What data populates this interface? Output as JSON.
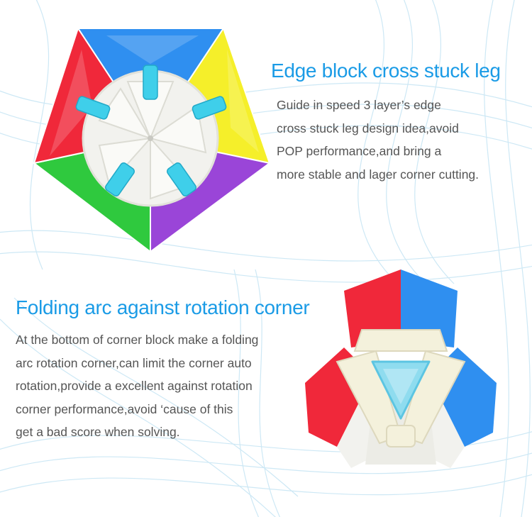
{
  "section_one": {
    "title": "Edge block cross stuck leg",
    "lines": [
      "Guide in speed 3 layer’s edge",
      "cross stuck leg design idea,avoid",
      "POP performance,and bring a",
      "more stable and lager corner cutting."
    ]
  },
  "section_two": {
    "title": "Folding arc against rotation corner",
    "lines": [
      "At the bottom of corner block make a folding",
      "arc rotation corner,can limit the corner auto",
      "rotation,provide a excellent against rotation",
      "corner performance,avoid ‘cause of this",
      "get a bad score when solving."
    ]
  },
  "colors": {
    "heading": "#1a9be6",
    "body_text": "#555555",
    "background_lines": "#cde8f5",
    "cube_blue": "#2f8ff0",
    "cube_yellow": "#f5ef2a",
    "cube_purple": "#9a45d8",
    "cube_green": "#2fc93e",
    "cube_red": "#f0283a",
    "cube_white": "#f2f2ee",
    "cube_core_cyan": "#3fcfea"
  }
}
